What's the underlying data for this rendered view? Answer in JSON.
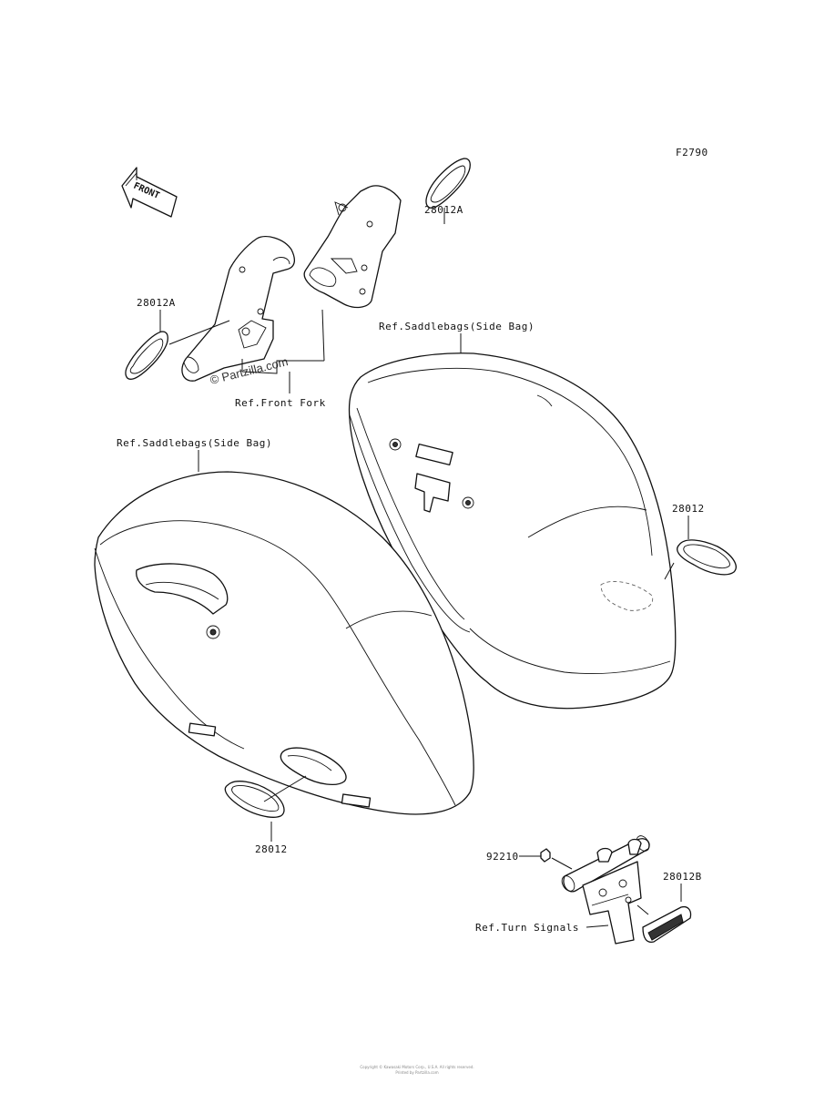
{
  "figure_code": "F2790",
  "front_label": "FRONT",
  "watermark": "© Partzilla.com",
  "labels": {
    "label_28012A_top": "28012A",
    "label_28012A_left": "28012A",
    "ref_front_fork": "Ref.Front Fork",
    "ref_saddlebags_right": "Ref.Saddlebags(Side Bag)",
    "ref_saddlebags_left": "Ref.Saddlebags(Side Bag)",
    "label_28012_right": "28012",
    "label_28012_bottom": "28012",
    "label_92210": "92210",
    "label_28012B": "28012B",
    "ref_turn_signals": "Ref.Turn Signals"
  },
  "footer": {
    "line1": "Copyright © Kawasaki Motors Corp., U.S.A. All rights reserved.",
    "line2": "Printed by Partzilla.com"
  }
}
